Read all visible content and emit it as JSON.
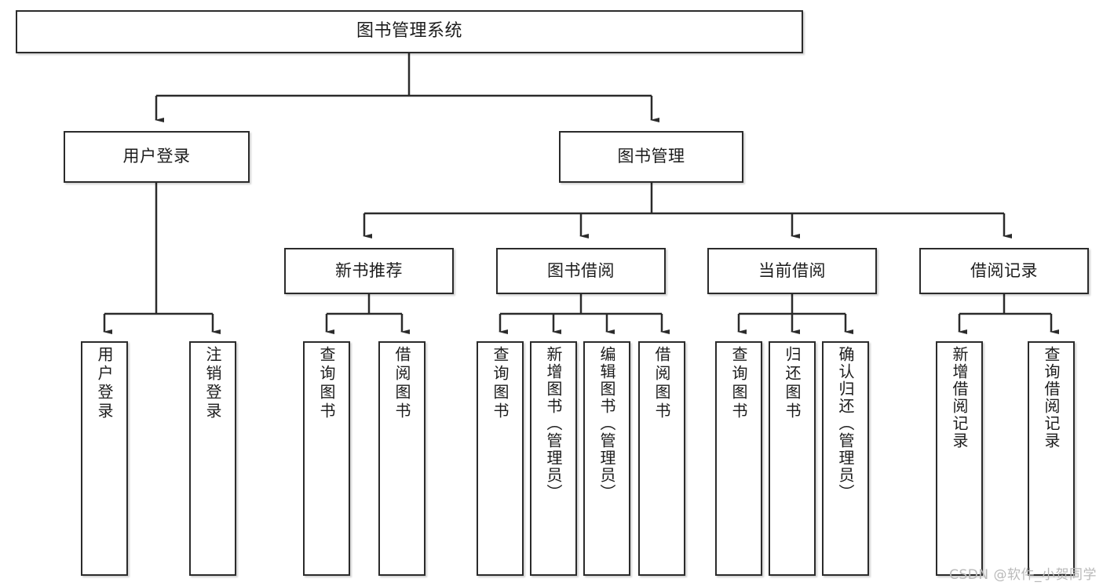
{
  "diagram": {
    "type": "tree-hierarchy",
    "title": "图书管理系统",
    "stroke_color": "#2b2b2b",
    "text_color": "#1c1c1c",
    "background_color": "#ffffff",
    "nodes": {
      "root": {
        "label": "图书管理系统",
        "level": 0
      },
      "user_login": {
        "label": "用户登录",
        "level": 1
      },
      "book_manage": {
        "label": "图书管理",
        "level": 1
      },
      "new_book_rec": {
        "label": "新书推荐",
        "level": 2
      },
      "book_borrow": {
        "label": "图书借阅",
        "level": 2
      },
      "current_borrow": {
        "label": "当前借阅",
        "level": 2
      },
      "borrow_record": {
        "label": "借阅记录",
        "level": 2
      },
      "leaf_user_login": {
        "label": "用户登录",
        "level": 3
      },
      "leaf_logout": {
        "label": "注销登录",
        "level": 3
      },
      "leaf_query_book_1": {
        "label": "查询图书",
        "level": 3
      },
      "leaf_borrow_book_1": {
        "label": "借阅图书",
        "level": 3
      },
      "leaf_query_book_2": {
        "label": "查询图书",
        "level": 3
      },
      "leaf_add_book": {
        "label": "新增图书（管理员）",
        "level": 3
      },
      "leaf_edit_book": {
        "label": "编辑图书（管理员）",
        "level": 3
      },
      "leaf_borrow_book_2": {
        "label": "借阅图书",
        "level": 3
      },
      "leaf_query_book_3": {
        "label": "查询图书",
        "level": 3
      },
      "leaf_return_book": {
        "label": "归还图书",
        "level": 3
      },
      "leaf_confirm_return": {
        "label": "确认归还（管理员）",
        "level": 3
      },
      "leaf_add_record": {
        "label": "新增借阅记录",
        "level": 3
      },
      "leaf_query_record": {
        "label": "查询借阅记录",
        "level": 3
      }
    },
    "edges": [
      {
        "from": "root",
        "to": "user_login"
      },
      {
        "from": "root",
        "to": "book_manage"
      },
      {
        "from": "book_manage",
        "to": "new_book_rec"
      },
      {
        "from": "book_manage",
        "to": "book_borrow"
      },
      {
        "from": "book_manage",
        "to": "current_borrow"
      },
      {
        "from": "book_manage",
        "to": "borrow_record"
      },
      {
        "from": "user_login",
        "to": "leaf_user_login"
      },
      {
        "from": "user_login",
        "to": "leaf_logout"
      },
      {
        "from": "new_book_rec",
        "to": "leaf_query_book_1"
      },
      {
        "from": "new_book_rec",
        "to": "leaf_borrow_book_1"
      },
      {
        "from": "book_borrow",
        "to": "leaf_query_book_2"
      },
      {
        "from": "book_borrow",
        "to": "leaf_add_book"
      },
      {
        "from": "book_borrow",
        "to": "leaf_edit_book"
      },
      {
        "from": "book_borrow",
        "to": "leaf_borrow_book_2"
      },
      {
        "from": "current_borrow",
        "to": "leaf_query_book_3"
      },
      {
        "from": "current_borrow",
        "to": "leaf_return_book"
      },
      {
        "from": "current_borrow",
        "to": "leaf_confirm_return"
      },
      {
        "from": "borrow_record",
        "to": "leaf_add_record"
      },
      {
        "from": "borrow_record",
        "to": "leaf_query_record"
      }
    ]
  },
  "watermark": {
    "text": "CSDN @软件_小贺同学"
  }
}
